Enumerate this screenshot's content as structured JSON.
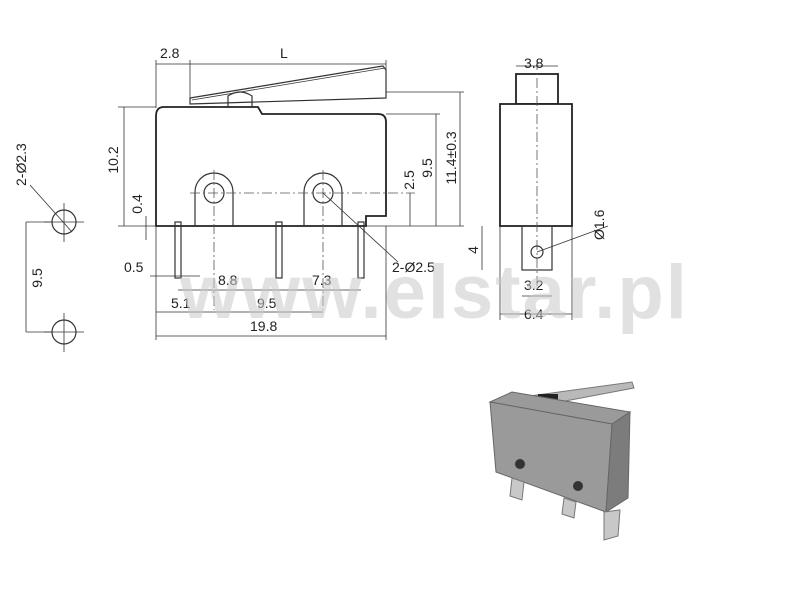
{
  "watermark": "www.elstar.pl",
  "dimensions": {
    "top_left": "2.8",
    "lever_length": "L",
    "height_body": "10.2",
    "height_pin": "0.4",
    "hole_offset": "2.5",
    "height_95": "9.5",
    "height_total": "11.4±0.3",
    "pin_width": "0.5",
    "pin_88": "8.8",
    "pin_73": "7.3",
    "pin_51": "5.1",
    "pin_95": "9.5",
    "length_total": "19.8",
    "holes_main": "2-Ø2.5",
    "holes_pcb": "2-Ø2.3",
    "pcb_spacing": "9.5",
    "side_top": "3.8",
    "side_hole": "Ø1.6",
    "side_4": "4",
    "side_32": "3.2",
    "side_64": "6.4"
  },
  "colors": {
    "switch_body": "#9a9a9a",
    "switch_shadow": "#7c7c7c",
    "terminal": "#c8c8c8",
    "watermark": "#c8c8c8"
  }
}
